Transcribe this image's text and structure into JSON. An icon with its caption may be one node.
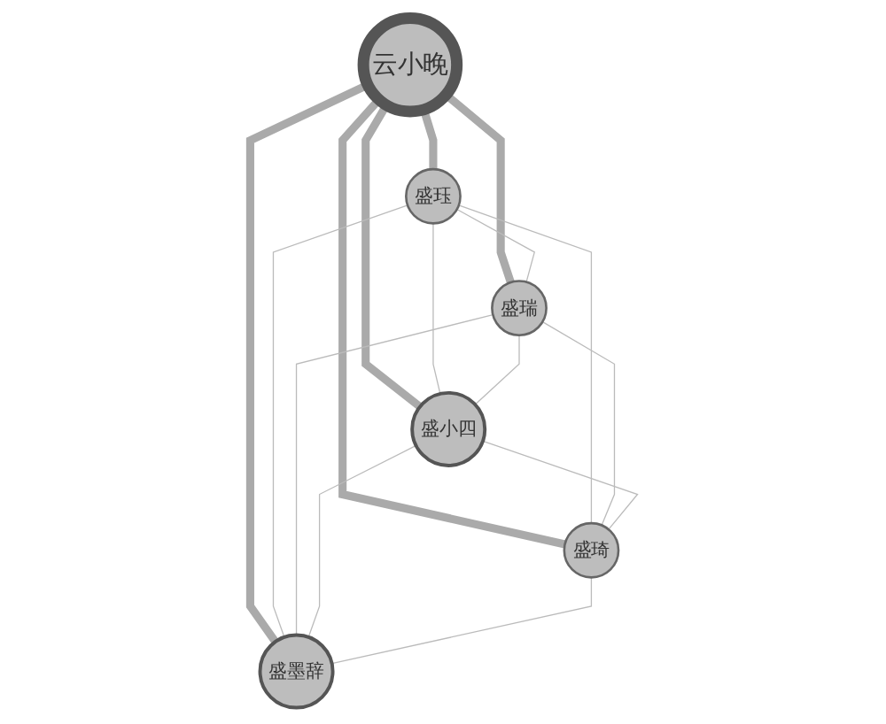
{
  "diagram": {
    "nodes": [
      {
        "text": [
          "盛珏"
        ]
      },
      {
        "text": [
          "盛瑞"
        ]
      },
      {
        "text": [
          "盛小四"
        ]
      },
      {
        "text": [
          "云小晚"
        ]
      },
      {
        "text": [
          "盛琦"
        ]
      },
      {
        "text": [
          "盛墨辞"
        ]
      }
    ],
    "edges": [
      {
        "from": 3,
        "to": 0,
        "arrow": "none",
        "style": "thick"
      },
      {
        "from": 3,
        "to": 1,
        "arrow": "none",
        "style": "thick"
      },
      {
        "from": 3,
        "to": 2,
        "arrow": "none",
        "style": "thick"
      },
      {
        "from": 3,
        "to": 4,
        "arrow": "none",
        "style": "thick"
      },
      {
        "from": 3,
        "to": 5,
        "arrow": "none",
        "style": "thick"
      },
      {
        "from": 0,
        "to": 1,
        "arrow": "none"
      },
      {
        "from": 0,
        "to": 2,
        "arrow": "none"
      },
      {
        "from": 0,
        "to": 4,
        "arrow": "none"
      },
      {
        "from": 0,
        "to": 5,
        "arrow": "none"
      },
      {
        "from": 1,
        "to": 2,
        "arrow": "none"
      },
      {
        "from": 1,
        "to": 4,
        "arrow": "none"
      },
      {
        "from": 1,
        "to": 5,
        "arrow": "none"
      },
      {
        "from": 2,
        "to": 4,
        "arrow": "none"
      },
      {
        "from": 2,
        "to": 5,
        "arrow": "none"
      },
      {
        "from": 4,
        "to": 5,
        "arrow": "none"
      }
    ]
  }
}
